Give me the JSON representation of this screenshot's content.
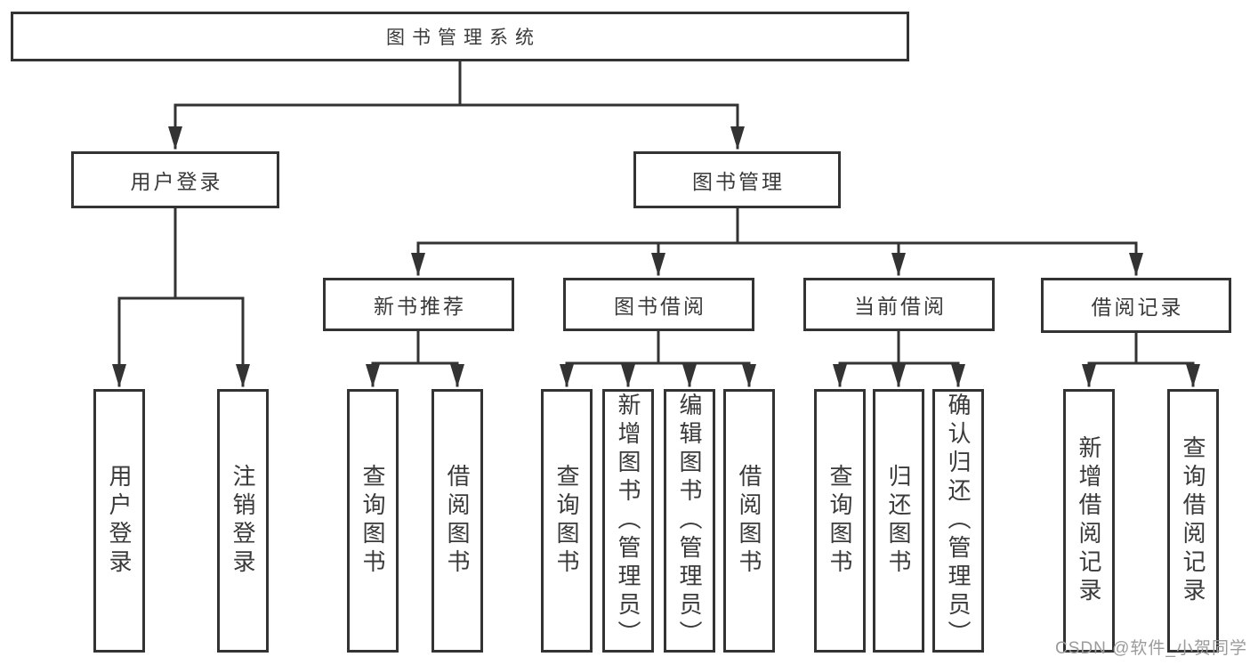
{
  "diagram": {
    "root": {
      "label": "图书管理系统"
    },
    "branches": [
      {
        "label": "用户登录",
        "children": [
          {
            "label": "用户登录"
          },
          {
            "label": "注销登录"
          }
        ]
      },
      {
        "label": "图书管理",
        "children": [
          {
            "label": "新书推荐",
            "children": [
              {
                "label": "查询图书"
              },
              {
                "label": "借阅图书"
              }
            ]
          },
          {
            "label": "图书借阅",
            "children": [
              {
                "label": "查询图书"
              },
              {
                "label": "新增图书（管理员）"
              },
              {
                "label": "编辑图书（管理员）"
              },
              {
                "label": "借阅图书"
              }
            ]
          },
          {
            "label": "当前借阅",
            "children": [
              {
                "label": "查询图书"
              },
              {
                "label": "归还图书"
              },
              {
                "label": "确认归还（管理员）"
              }
            ]
          },
          {
            "label": "借阅记录",
            "children": [
              {
                "label": "新增借阅记录"
              },
              {
                "label": "查询借阅记录"
              }
            ]
          }
        ]
      }
    ]
  },
  "watermark": {
    "text": "CSDN @软件_小贺同学"
  },
  "colors": {
    "line": "#333333",
    "box_border": "#333333",
    "box_background": "#ffffff",
    "text": "#3a3a3a",
    "watermark": "#9b9b9b"
  }
}
